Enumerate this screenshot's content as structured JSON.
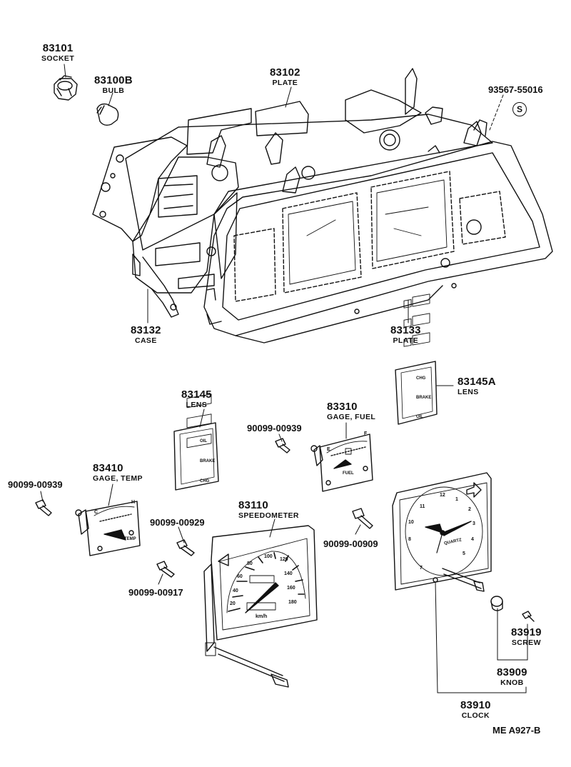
{
  "parts": {
    "socket": {
      "number": "83101",
      "name": "SOCKET"
    },
    "bulb": {
      "number": "83100B",
      "name": "BULB"
    },
    "plate_upper": {
      "number": "83102",
      "name": "PLATE"
    },
    "screw_symbol_part": {
      "number": "93567-55016",
      "symbol": "S"
    },
    "case": {
      "number": "83132",
      "name": "CASE"
    },
    "plate_lower": {
      "number": "83133",
      "name": "PLATE"
    },
    "lens_a": {
      "number": "83145A",
      "name": "LENS"
    },
    "lens": {
      "number": "83145",
      "name": "LENS"
    },
    "gage_fuel": {
      "number": "83310",
      "name": "GAGE, FUEL"
    },
    "screw_0939_upper": {
      "number": "90099-00939"
    },
    "screw_0939_left": {
      "number": "90099-00939"
    },
    "gage_temp": {
      "number": "83410",
      "name": "GAGE, TEMP"
    },
    "speedometer": {
      "number": "83110",
      "name": "SPEEDOMETER"
    },
    "screw_0929": {
      "number": "90099-00929"
    },
    "screw_0917": {
      "number": "90099-00917"
    },
    "screw_0909": {
      "number": "90099-00909"
    },
    "screw": {
      "number": "83919",
      "name": "SCREW"
    },
    "knob": {
      "number": "83909",
      "name": "KNOB"
    },
    "clock": {
      "number": "83910",
      "name": "CLOCK"
    }
  },
  "lens_a_warnings": [
    "CHG",
    "BRAKE",
    "OIL"
  ],
  "lens_warnings": [
    "OIL",
    "BRAKE",
    "CHG"
  ],
  "speedometer_dial": {
    "scale": [
      "20",
      "40",
      "60",
      "80",
      "100",
      "120",
      "140",
      "160",
      "180"
    ],
    "unit": "km/h"
  },
  "clock_dial": {
    "numerals": [
      "12",
      "1",
      "2",
      "3",
      "4",
      "5",
      "7",
      "8",
      "10",
      "11"
    ],
    "brand": "QUARTZ"
  },
  "fuel_gage_dial": {
    "empty": "E",
    "full": "F",
    "label": "FUEL"
  },
  "temp_gage_dial": {
    "cold": "C",
    "hot": "H",
    "label": "TEMP"
  },
  "drawing_code": "ME  A927-B"
}
